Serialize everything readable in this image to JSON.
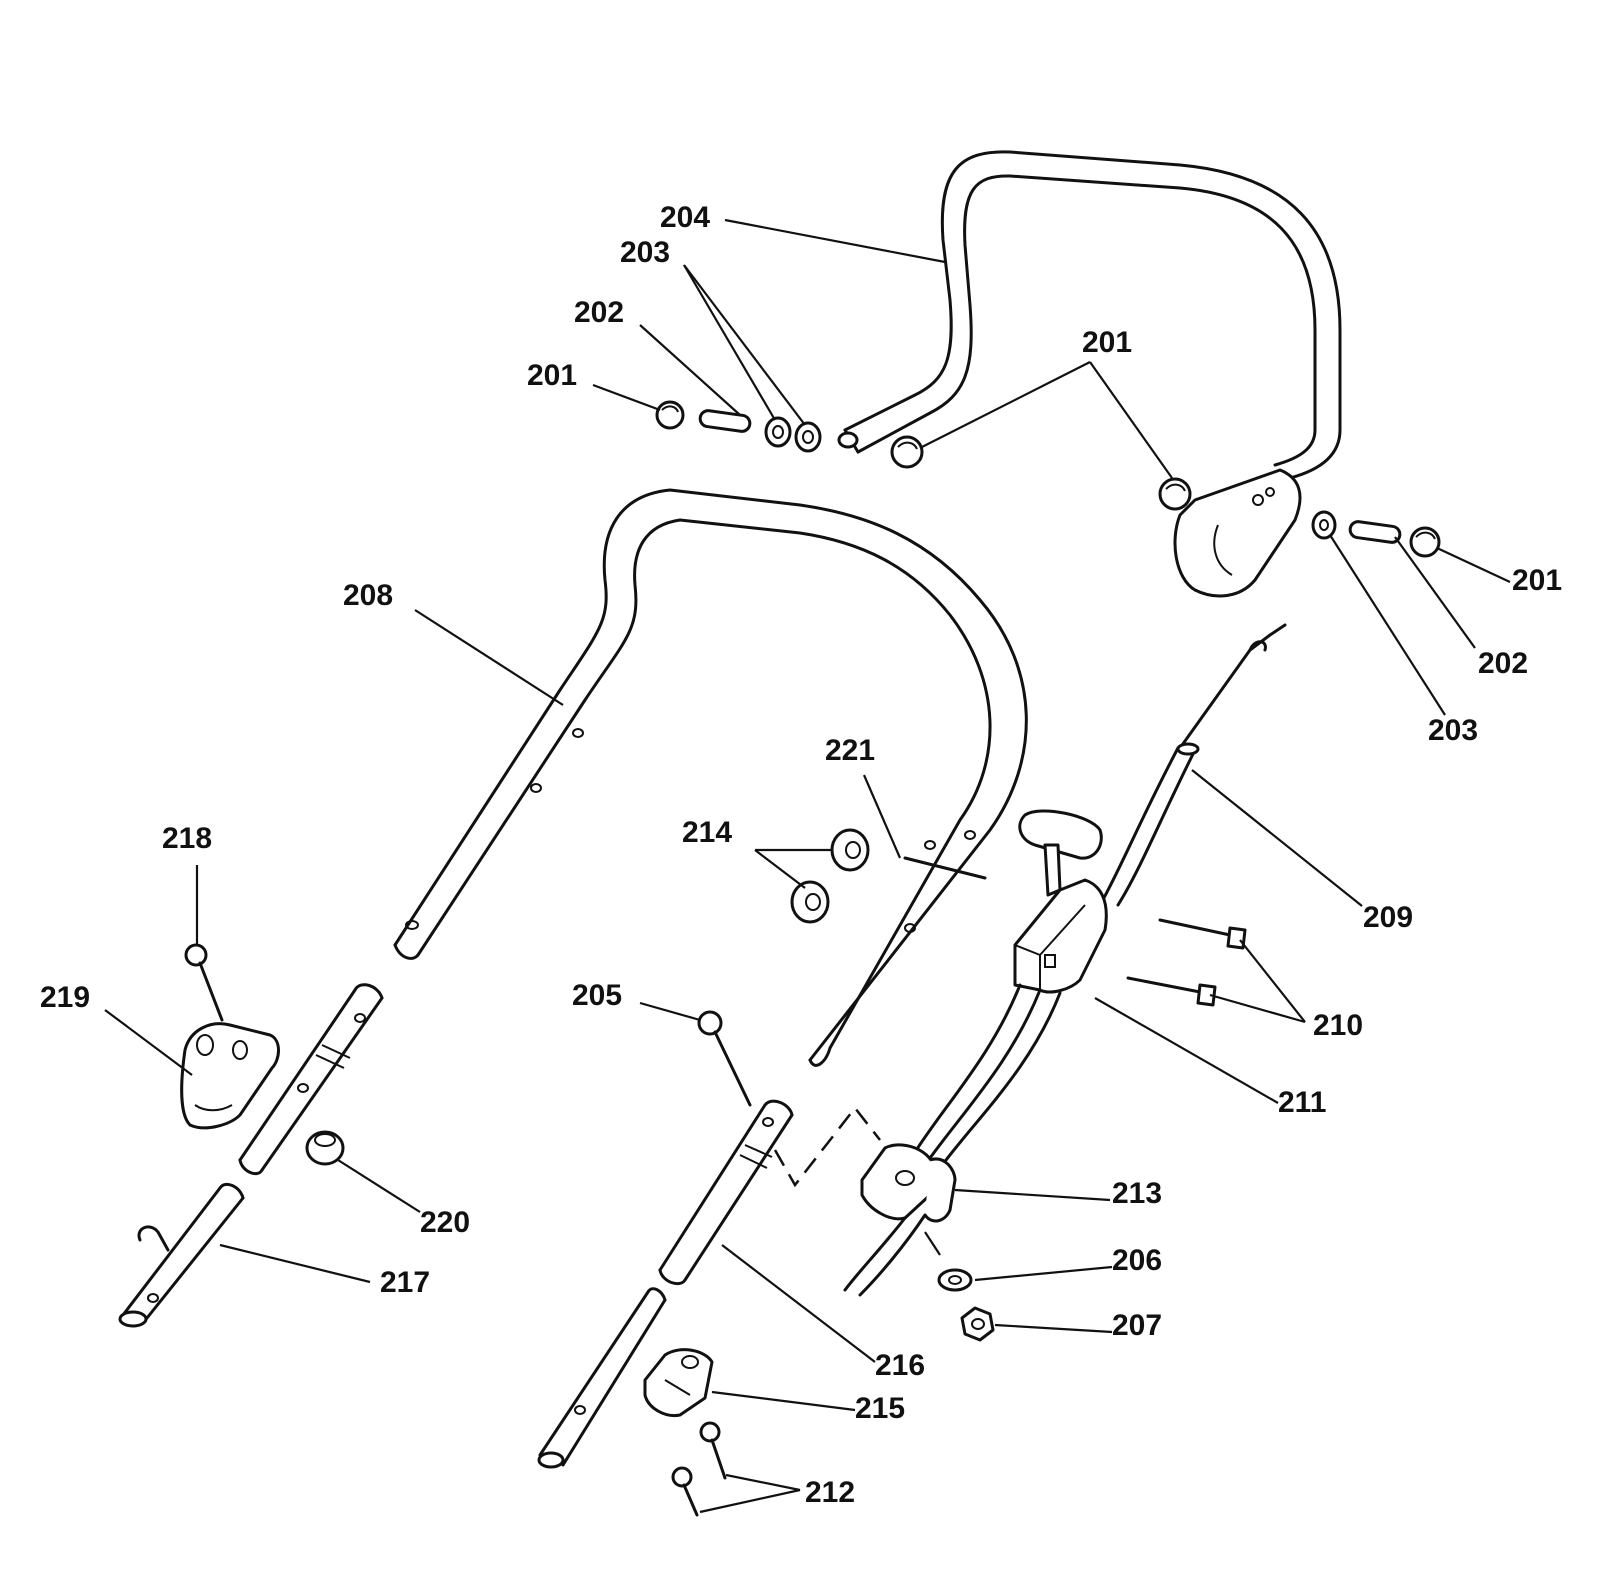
{
  "callouts": {
    "c201_top_left": "201",
    "c202_top_left": "202",
    "c203_top_left": "203",
    "c204": "204",
    "c201_center": "201",
    "c201_right": "201",
    "c202_right": "202",
    "c203_right": "203",
    "c208": "208",
    "c221": "221",
    "c214": "214",
    "c209": "209",
    "c218": "218",
    "c219": "219",
    "c205": "205",
    "c210": "210",
    "c211": "211",
    "c213": "213",
    "c220": "220",
    "c217": "217",
    "c206": "206",
    "c207": "207",
    "c216": "216",
    "c215": "215",
    "c212": "212"
  }
}
